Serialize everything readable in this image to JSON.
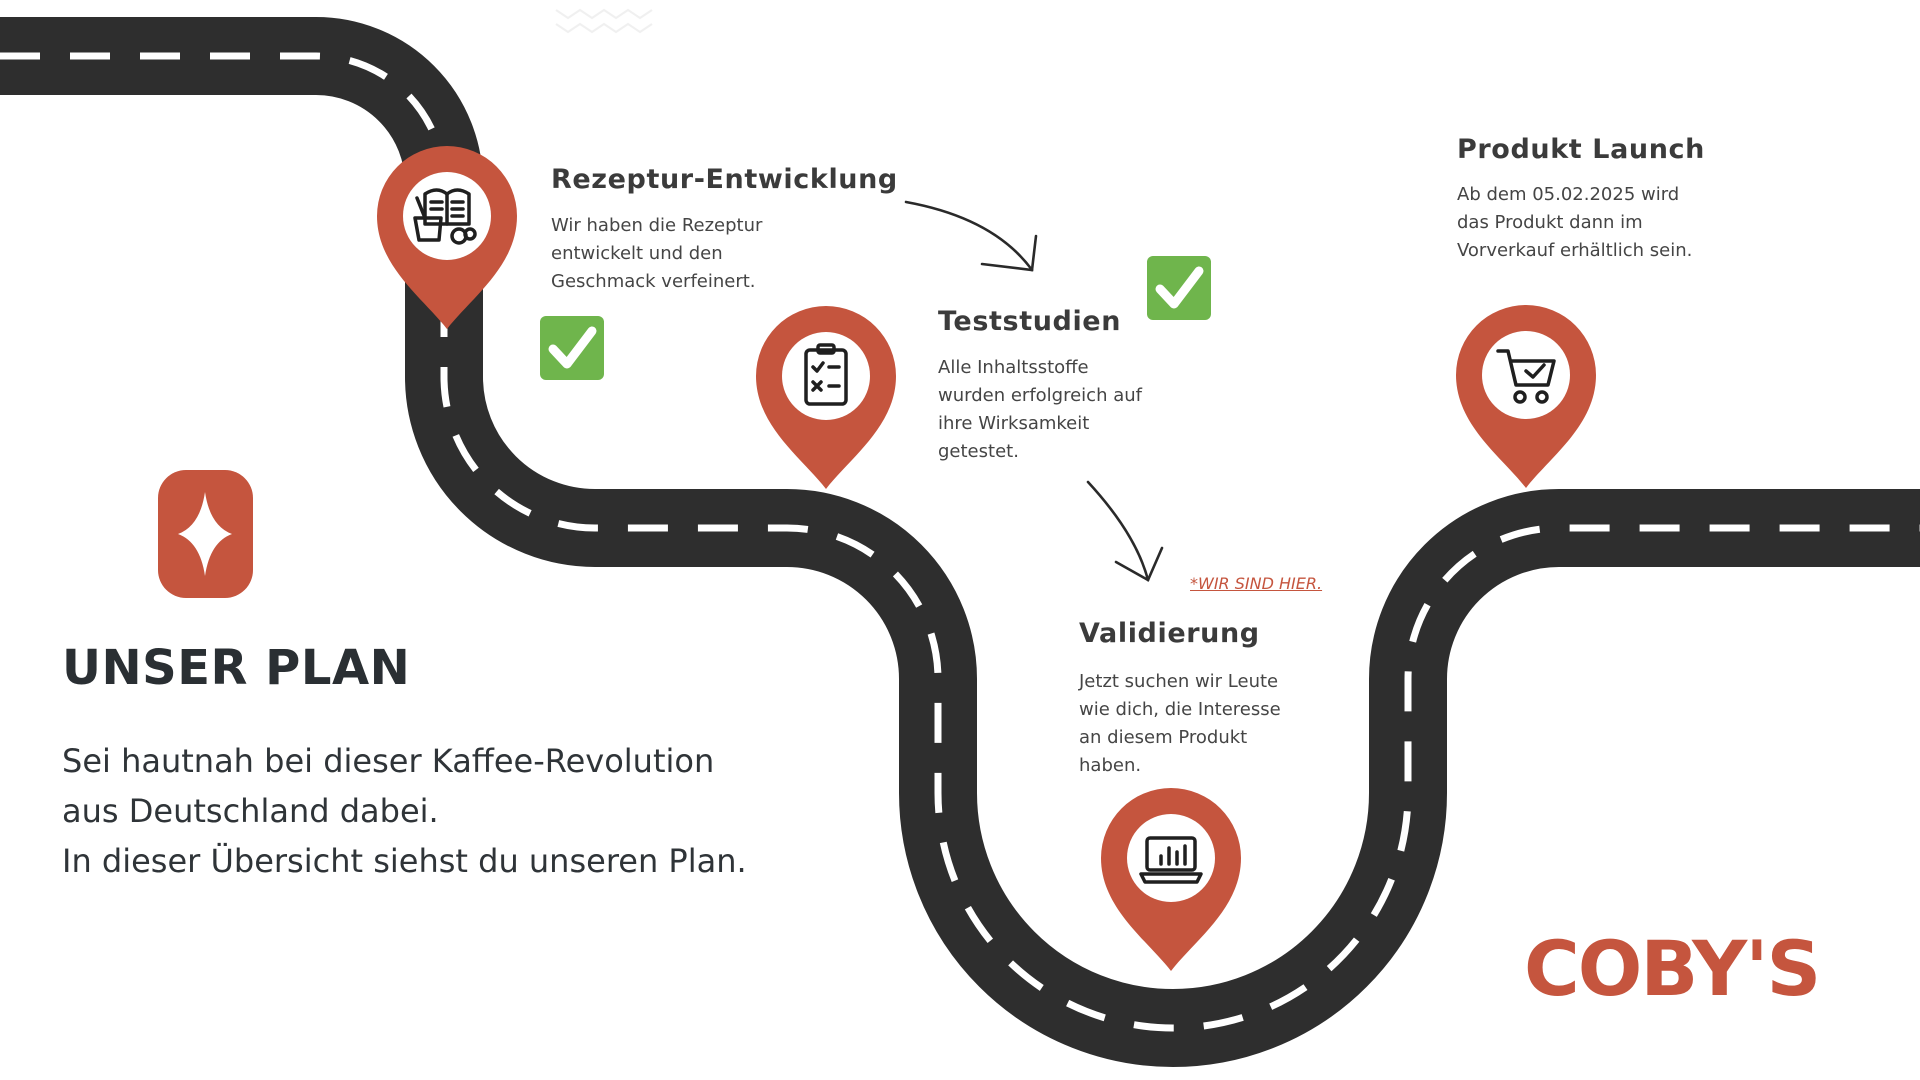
{
  "title": "UNSER PLAN",
  "intro_lines": [
    "Sei hautnah bei dieser Kaffee-Revolution",
    "aus Deutschland dabei.",
    "In dieser Übersicht siehst du unseren Plan."
  ],
  "brand": "COBY'S",
  "here_note": "*WIR SIND HIER.",
  "colors": {
    "road": "#2e2e2e",
    "road_marking": "#ffffff",
    "pin": "#c5553e",
    "check": "#6fb54c",
    "text": "#3b3b3b"
  },
  "steps": [
    {
      "title": "Rezeptur-Entwicklung",
      "description": "Wir haben die Rezeptur\nentwickelt und den\nGeschmack verfeinert.",
      "icon": "recipe-book-icon",
      "completed": true
    },
    {
      "title": "Teststudien",
      "description": "Alle Inhaltsstoffe\nwurden erfolgreich auf\nihre Wirksamkeit\ngetestet.",
      "icon": "checklist-icon",
      "completed": true
    },
    {
      "title": "Validierung",
      "description": "Jetzt suchen wir Leute\nwie dich, die Interesse\nan diesem Produkt\nhaben.",
      "icon": "laptop-chart-icon",
      "completed": false
    },
    {
      "title": "Produkt Launch",
      "description": "Ab dem 05.02.2025 wird\ndas Produkt dann im\nVorverkauf erhältlich sein.",
      "icon": "shopping-cart-icon",
      "completed": false
    }
  ]
}
